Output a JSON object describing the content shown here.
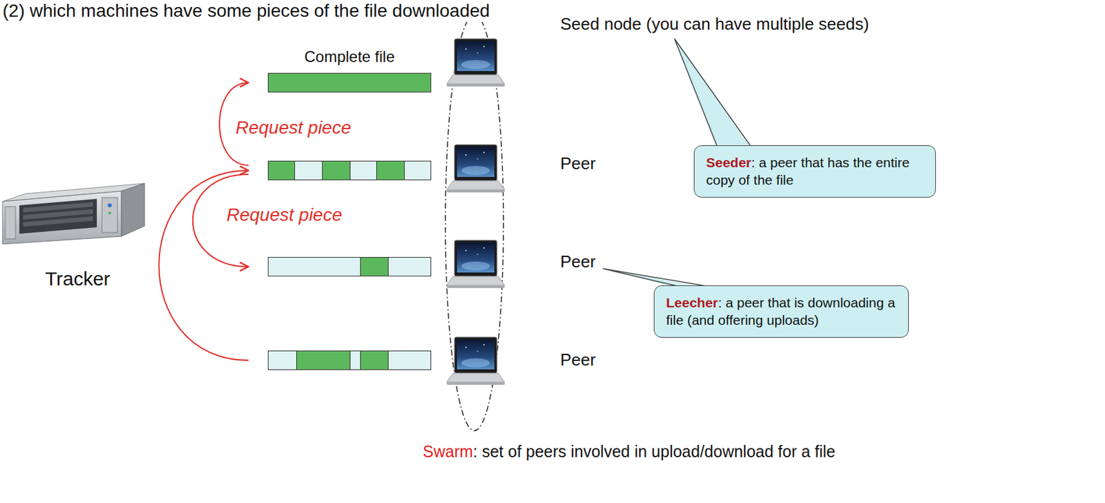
{
  "diagram": {
    "nodes": [
      {
        "text": [
          "Complete file",
          "Seed node (you can have multiple seeds)"
        ]
      },
      {
        "text": [
          "Peer"
        ]
      },
      {
        "text": [
          "Peer"
        ]
      },
      {
        "text": [
          "Peer"
        ]
      },
      {
        "text": [
          "Seeder",
          ": a peer that has the entire copy of the file"
        ]
      },
      {
        "text": [
          "Leecher",
          ": a peer that is downloading a file (and offering uploads)"
        ]
      }
    ],
    "edges": [
      {
        "from": 1,
        "to": 0,
        "label": "Request piece",
        "arrow": "to"
      },
      {
        "from": 1,
        "to": 2,
        "label": "Request piece",
        "arrow": "to"
      },
      {
        "from": 3,
        "to": 1,
        "arrow": "to"
      }
    ],
    "labels": [
      "(2) which machines have some pieces of the file downloaded",
      "Tracker",
      "Swarm",
      ": set of peers involved in upload/download for a file"
    ]
  }
}
